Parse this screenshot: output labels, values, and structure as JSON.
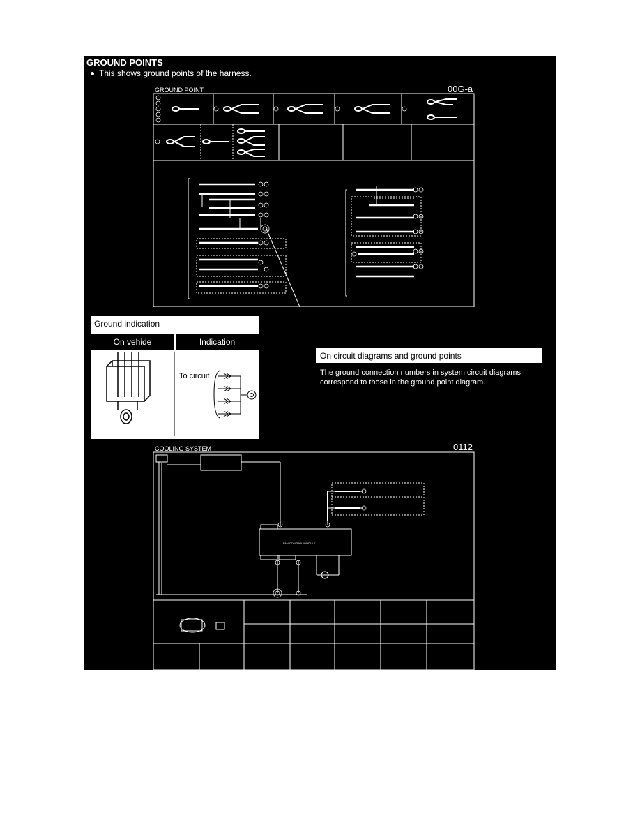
{
  "section": {
    "heading": "GROUND POINTS",
    "bullet": "This shows ground points of the harness."
  },
  "ground_point_diagram": {
    "title": "GROUND POINT",
    "code": "00G-a"
  },
  "ground_indication": {
    "title": "Ground indication",
    "col_vehicle": "On vehide",
    "col_indication": "Indication",
    "to_circuit": "To circuit"
  },
  "callout": {
    "title": "On circuit diagrams and ground points",
    "text": "The ground connection numbers in system circuit diagrams correspond to those in the ground point diagram."
  },
  "cooling_diagram": {
    "title": "COOLING SYSTEM",
    "code": "0112",
    "component": "FAN CONTROL MODULE"
  },
  "colors": {
    "background": "#000000",
    "foreground": "#ffffff",
    "page": "#ffffff"
  }
}
